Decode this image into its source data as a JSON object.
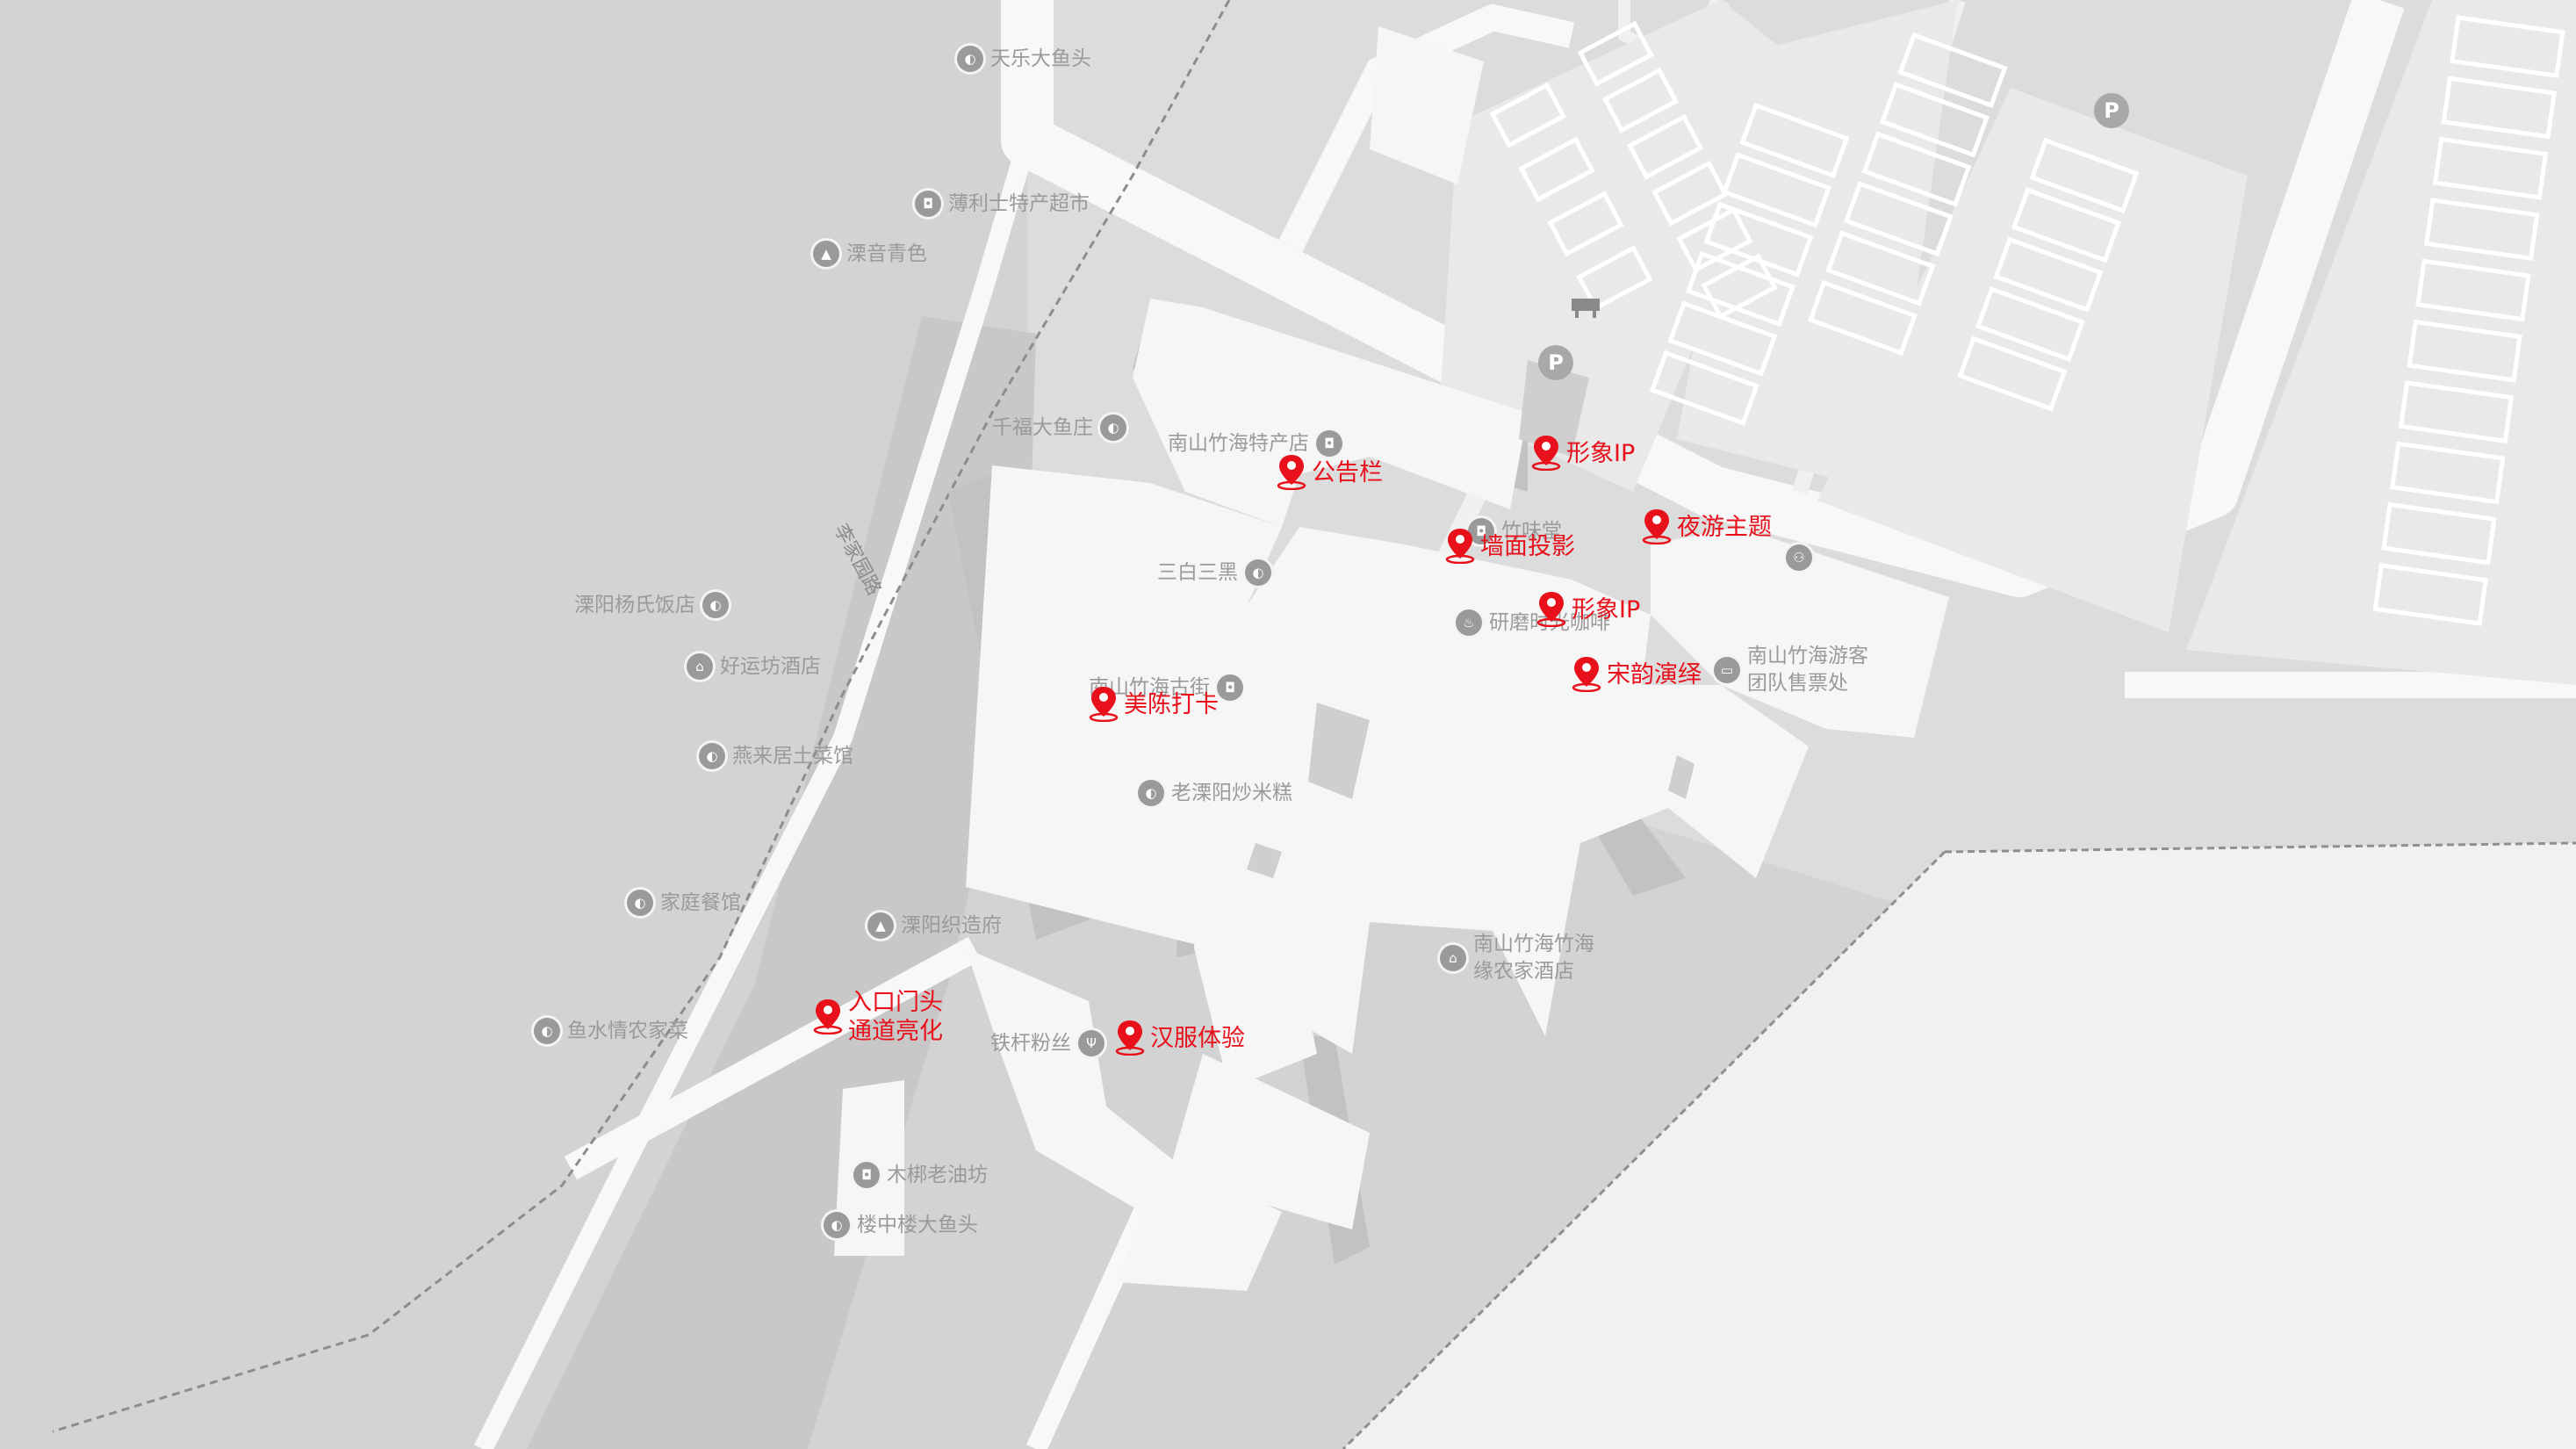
{
  "map": {
    "road_label": "李家园路",
    "parking_symbol": "P",
    "pois": [
      {
        "id": "tianle",
        "label": "天乐大鱼头",
        "icon": "restaurant-icon"
      },
      {
        "id": "bolishi",
        "label": "薄利士特产超市",
        "icon": "shopping-icon"
      },
      {
        "id": "liyin",
        "label": "溧音青色",
        "icon": "scenic-icon"
      },
      {
        "id": "qianfu",
        "label": "千福大鱼庄",
        "icon": "restaurant-icon"
      },
      {
        "id": "nanshan_shop",
        "label": "南山竹海特产店",
        "icon": "shopping-icon"
      },
      {
        "id": "sanbai",
        "label": "三白三黑",
        "icon": "restaurant-icon"
      },
      {
        "id": "yangshi",
        "label": "溧阳杨氏饭店",
        "icon": "restaurant-icon"
      },
      {
        "id": "haoyun_hotel",
        "label": "好运坊酒店",
        "icon": "hotel-icon"
      },
      {
        "id": "yanlai",
        "label": "燕来居土菜馆",
        "icon": "restaurant-icon"
      },
      {
        "id": "jiating",
        "label": "家庭餐馆",
        "icon": "restaurant-icon"
      },
      {
        "id": "yushuiqing",
        "label": "鱼水情农家菜",
        "icon": "restaurant-icon"
      },
      {
        "id": "zhizaofu",
        "label": "溧阳织造府",
        "icon": "scenic-icon"
      },
      {
        "id": "nanshan_street",
        "label": "南山竹海古街",
        "icon": "shopping-icon"
      },
      {
        "id": "chaomigao",
        "label": "老溧阳炒米糕",
        "icon": "restaurant-icon"
      },
      {
        "id": "tiegan",
        "label": "铁杆粉丝",
        "icon": "fork-knife-icon"
      },
      {
        "id": "mubang",
        "label": "木梆老油坊",
        "icon": "shopping-icon"
      },
      {
        "id": "louzhonglou",
        "label": "楼中楼大鱼头",
        "icon": "restaurant-icon"
      },
      {
        "id": "yanmo",
        "label": "研磨时光咖啡",
        "icon": "cafe-icon"
      },
      {
        "id": "shuiwei",
        "label": "竹味堂",
        "icon": "shopping-icon"
      },
      {
        "id": "ticket",
        "label": "南山竹海游客团队售票处",
        "lines": [
          "南山竹海游客",
          "团队售票处"
        ],
        "icon": "ticket-icon"
      },
      {
        "id": "yinchang",
        "label": "南山竹海竹海缘农家酒店",
        "lines": [
          "南山竹海竹海",
          "缘农家酒店"
        ],
        "icon": "hotel-icon"
      },
      {
        "id": "toilet",
        "label": "",
        "icon": "toilet-icon"
      }
    ],
    "highlights": [
      {
        "id": "gonggaolan",
        "label": "公告栏"
      },
      {
        "id": "xingxiang1",
        "label": "形象IP"
      },
      {
        "id": "qiangmian",
        "label": "墙面投影"
      },
      {
        "id": "yeyou",
        "label": "夜游主题"
      },
      {
        "id": "xingxiang2",
        "label": "形象IP"
      },
      {
        "id": "songyun",
        "label": "宋韵演绎"
      },
      {
        "id": "meichen",
        "label": "美陈打卡"
      },
      {
        "id": "rukou",
        "label": "入口门头通道亮化",
        "lines": [
          "入口门头",
          "通道亮化"
        ]
      },
      {
        "id": "hanfu",
        "label": "汉服体验"
      }
    ],
    "colors": {
      "land": "#d2d2d2",
      "zone": "#e0e0e0",
      "road": "#fafafa",
      "building": "#f7f7f7",
      "shadow": "#c4c4c4",
      "poi_gray": "#9a9a9a",
      "highlight_red": "#e8101a"
    }
  }
}
